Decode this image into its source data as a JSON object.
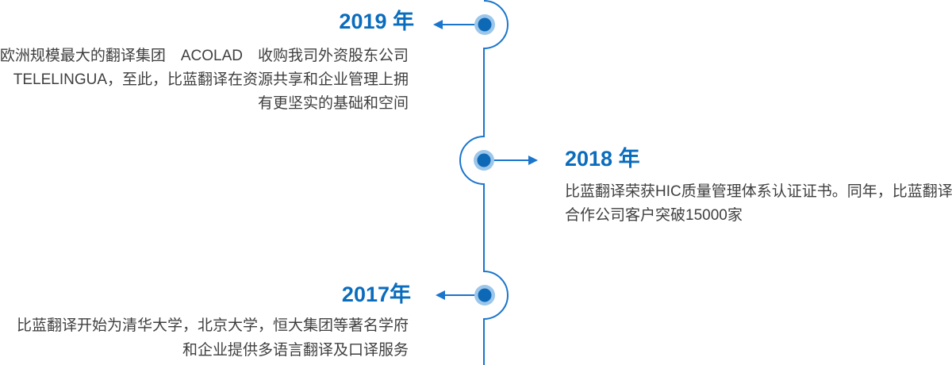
{
  "colors": {
    "background": "#ffffff",
    "line": "#1a75cc",
    "node": "#0d68b5",
    "node_halo": "#9cc7ea",
    "year": "#0a6cbd",
    "text": "#3f3f3f"
  },
  "timeline": {
    "items": [
      {
        "year": "2019 年",
        "side": "left",
        "lines": [
          "欧洲规模最大的翻译集团　ACOLAD　收购我司外资股东公司",
          "TELELINGUA，至此，比蓝翻译在资源共享和企业管理上拥",
          "有更坚实的基础和空间"
        ]
      },
      {
        "year": "2018 年",
        "side": "right",
        "lines": [
          "比蓝翻译荣获HIC质量管理体系认证证书。同年，比蓝翻译",
          "合作公司客户突破15000家"
        ]
      },
      {
        "year": "2017年",
        "side": "left",
        "lines": [
          "比蓝翻译开始为清华大学，北京大学，恒大集团等著名学府",
          "和企业提供多语言翻译及口译服务"
        ]
      }
    ]
  }
}
